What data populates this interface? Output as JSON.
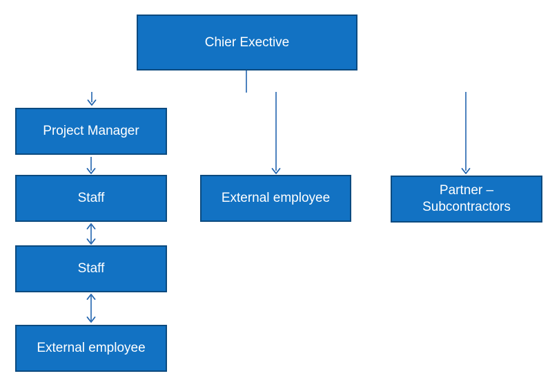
{
  "nodes": {
    "chief_executive": {
      "label": "Chier Exective"
    },
    "project_manager": {
      "label": "Project Manager"
    },
    "staff_top": {
      "label": "Staff"
    },
    "staff_bottom": {
      "label": "Staff"
    },
    "external_employee_center": {
      "label": "External employee"
    },
    "partner_subcontractors": {
      "label": "Partner –\nSubcontractors"
    },
    "external_employee_left": {
      "label": "External employee"
    }
  },
  "edges": [
    {
      "from": "chief_executive",
      "to": "project_manager",
      "style": "single-arrow"
    },
    {
      "from": "chief_executive",
      "to": "external_employee_center",
      "style": "single-arrow"
    },
    {
      "from": "chief_executive",
      "to": "partner_subcontractors",
      "style": "single-arrow"
    },
    {
      "from": "project_manager",
      "to": "staff_top",
      "style": "single-arrow"
    },
    {
      "from": "staff_top",
      "to": "staff_bottom",
      "style": "double-arrow"
    },
    {
      "from": "staff_bottom",
      "to": "external_employee_left",
      "style": "double-arrow"
    }
  ],
  "colors": {
    "node_fill": "#1272C3",
    "node_border": "#0B4A7F",
    "node_text": "#FFFFFF",
    "connector": "#2063AE",
    "connector_light": "#C3D6EE",
    "connector_mid": "#8FB5DE",
    "background": "#FFFFFF"
  }
}
